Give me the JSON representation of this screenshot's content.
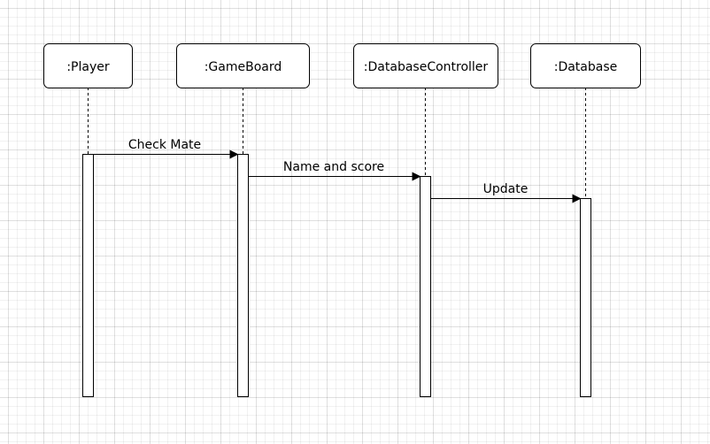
{
  "diagram": {
    "type": "sequence",
    "participants": [
      {
        "id": "player",
        "label": ":Player"
      },
      {
        "id": "gameboard",
        "label": ":GameBoard"
      },
      {
        "id": "dbcontroller",
        "label": ":DatabaseController"
      },
      {
        "id": "database",
        "label": ":Database"
      }
    ],
    "messages": [
      {
        "from": "player",
        "to": "gameboard",
        "label": "Check Mate"
      },
      {
        "from": "gameboard",
        "to": "dbcontroller",
        "label": "Name and score"
      },
      {
        "from": "dbcontroller",
        "to": "database",
        "label": "Update"
      }
    ]
  }
}
